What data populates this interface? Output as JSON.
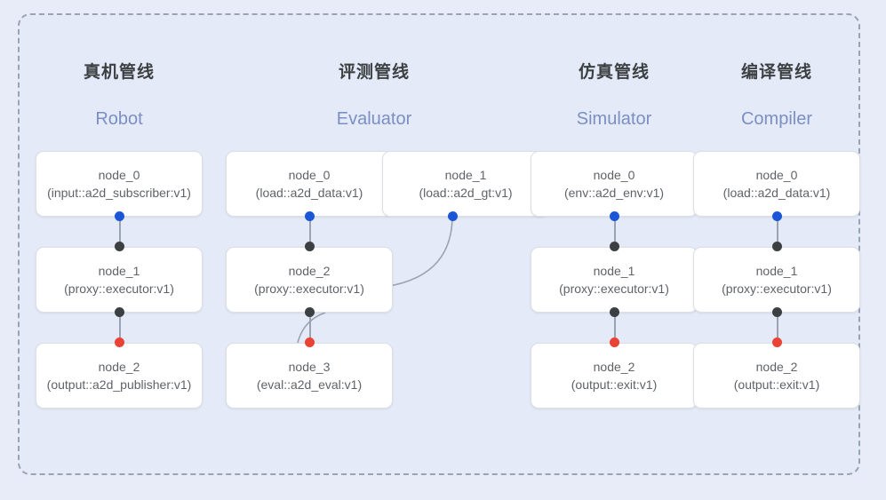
{
  "diagram": {
    "frame_style": "dashed-rounded-container",
    "background_color": "#e4eaf7",
    "border_color": "#9aa3b2",
    "port_colors": {
      "input": "#1a56d6",
      "middle": "#3c4043",
      "output": "#ea4335"
    },
    "edge_color": "#9aa3b2"
  },
  "columns": [
    {
      "title_cn": "真机管线",
      "title_en": "Robot",
      "nodes": [
        {
          "name": "node_0",
          "impl": "(input::a2d_subscriber:v1)"
        },
        {
          "name": "node_1",
          "impl": "(proxy::executor:v1)"
        },
        {
          "name": "node_2",
          "impl": "(output::a2d_publisher:v1)"
        }
      ]
    },
    {
      "title_cn": "评测管线",
      "title_en": "Evaluator",
      "nodes": [
        {
          "name": "node_0",
          "impl": "(load::a2d_data:v1)"
        },
        {
          "name": "node_1",
          "impl": "(load::a2d_gt:v1)"
        },
        {
          "name": "node_2",
          "impl": "(proxy::executor:v1)"
        },
        {
          "name": "node_3",
          "impl": "(eval::a2d_eval:v1)"
        }
      ]
    },
    {
      "title_cn": "仿真管线",
      "title_en": "Simulator",
      "nodes": [
        {
          "name": "node_0",
          "impl": "(env::a2d_env:v1)"
        },
        {
          "name": "node_1",
          "impl": "(proxy::executor:v1)"
        },
        {
          "name": "node_2",
          "impl": "(output::exit:v1)"
        }
      ]
    },
    {
      "title_cn": "编译管线",
      "title_en": "Compiler",
      "nodes": [
        {
          "name": "node_0",
          "impl": "(load::a2d_data:v1)"
        },
        {
          "name": "node_1",
          "impl": "(proxy::executor:v1)"
        },
        {
          "name": "node_2",
          "impl": "(output::exit:v1)"
        }
      ]
    }
  ]
}
